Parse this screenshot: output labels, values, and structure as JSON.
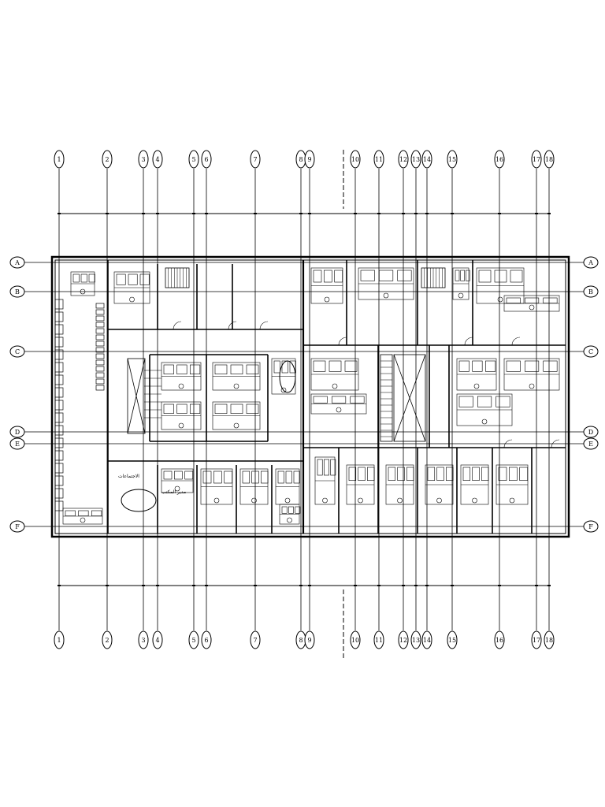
{
  "column_grid": [
    "1",
    "2",
    "3",
    "4",
    "5",
    "6",
    "7",
    "8",
    "9",
    "10",
    "11",
    "12",
    "13",
    "14",
    "15",
    "16",
    "17",
    "18"
  ],
  "row_grid": [
    "A",
    "B",
    "C",
    "D",
    "E",
    "F"
  ],
  "room_labels": {
    "meeting": "الاجتماعات",
    "manager": "مدير المكتب"
  }
}
